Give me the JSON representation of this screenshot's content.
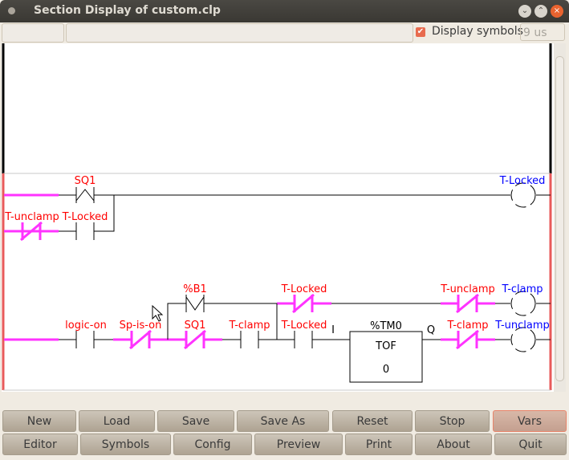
{
  "window": {
    "title": "Section Display of custom.clp"
  },
  "toolbar": {
    "status_left": "",
    "status_main": "",
    "display_symbols_label": "Display symbols",
    "display_symbols_checked": true,
    "cycle_time": "9 us"
  },
  "rung1": {
    "contact1": "SQ1",
    "contact2": "T-unclamp",
    "contact3": "T-Locked",
    "coil": "T-Locked"
  },
  "rung2": {
    "c_logic_on": "logic-on",
    "c_sp_is_on": "Sp-is-on",
    "c_b1": "%B1",
    "c_sq1": "SQ1",
    "c_tclamp": "T-clamp",
    "c_tlocked_top": "T-Locked",
    "c_tlocked": "T-Locked",
    "timer_in": "I",
    "timer_name": "%TM0",
    "timer_type": "TOF",
    "timer_value": "0",
    "timer_out": "Q",
    "c_tunclamp_top": "T-unclamp",
    "coil_top": "T-clamp",
    "c_tclamp_bottom": "T-clamp",
    "coil_bottom": "T-unclamp"
  },
  "buttons": {
    "row1": [
      "New",
      "Load",
      "Save",
      "Save As",
      "Reset",
      "Stop",
      "Vars"
    ],
    "row2": [
      "Editor",
      "Symbols",
      "Config",
      "Preview",
      "Print",
      "About",
      "Quit"
    ]
  },
  "colors": {
    "active": "#ff33ff",
    "variable": "#ff0000",
    "coil": "#0000ff",
    "rail": "#e85a5a"
  }
}
